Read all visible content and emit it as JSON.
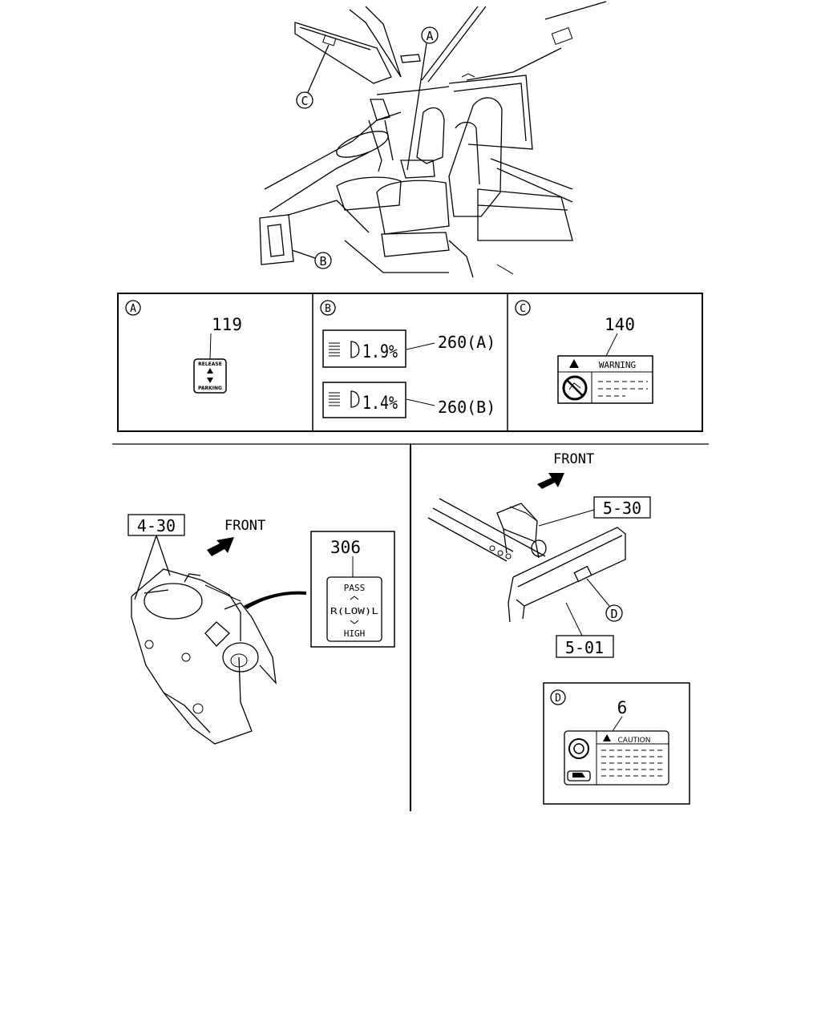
{
  "callouts": {
    "a": "A",
    "b": "B",
    "c": "C",
    "d": "D"
  },
  "panel_a": {
    "letter": "A",
    "part_number": "119",
    "label_top": "RELEASE",
    "label_bottom": "PARKING"
  },
  "panel_b": {
    "letter": "B",
    "label_1_value": "1.9%",
    "label_1_part": "260(A)",
    "label_2_value": "1.4%",
    "label_2_part": "260(B)"
  },
  "panel_c": {
    "letter": "C",
    "part_number": "140",
    "warning_text": "WARNING"
  },
  "left_lower": {
    "ref": "4-30",
    "front": "FRONT",
    "part_number": "306",
    "pass": "PASS",
    "mode": "R(LOW)L",
    "high": "HIGH"
  },
  "right_lower": {
    "front": "FRONT",
    "ref_1": "5-30",
    "ref_2": "5-01",
    "callout": "D"
  },
  "panel_d": {
    "letter": "D",
    "part_number": "6",
    "caution_text": "CAUTION"
  }
}
